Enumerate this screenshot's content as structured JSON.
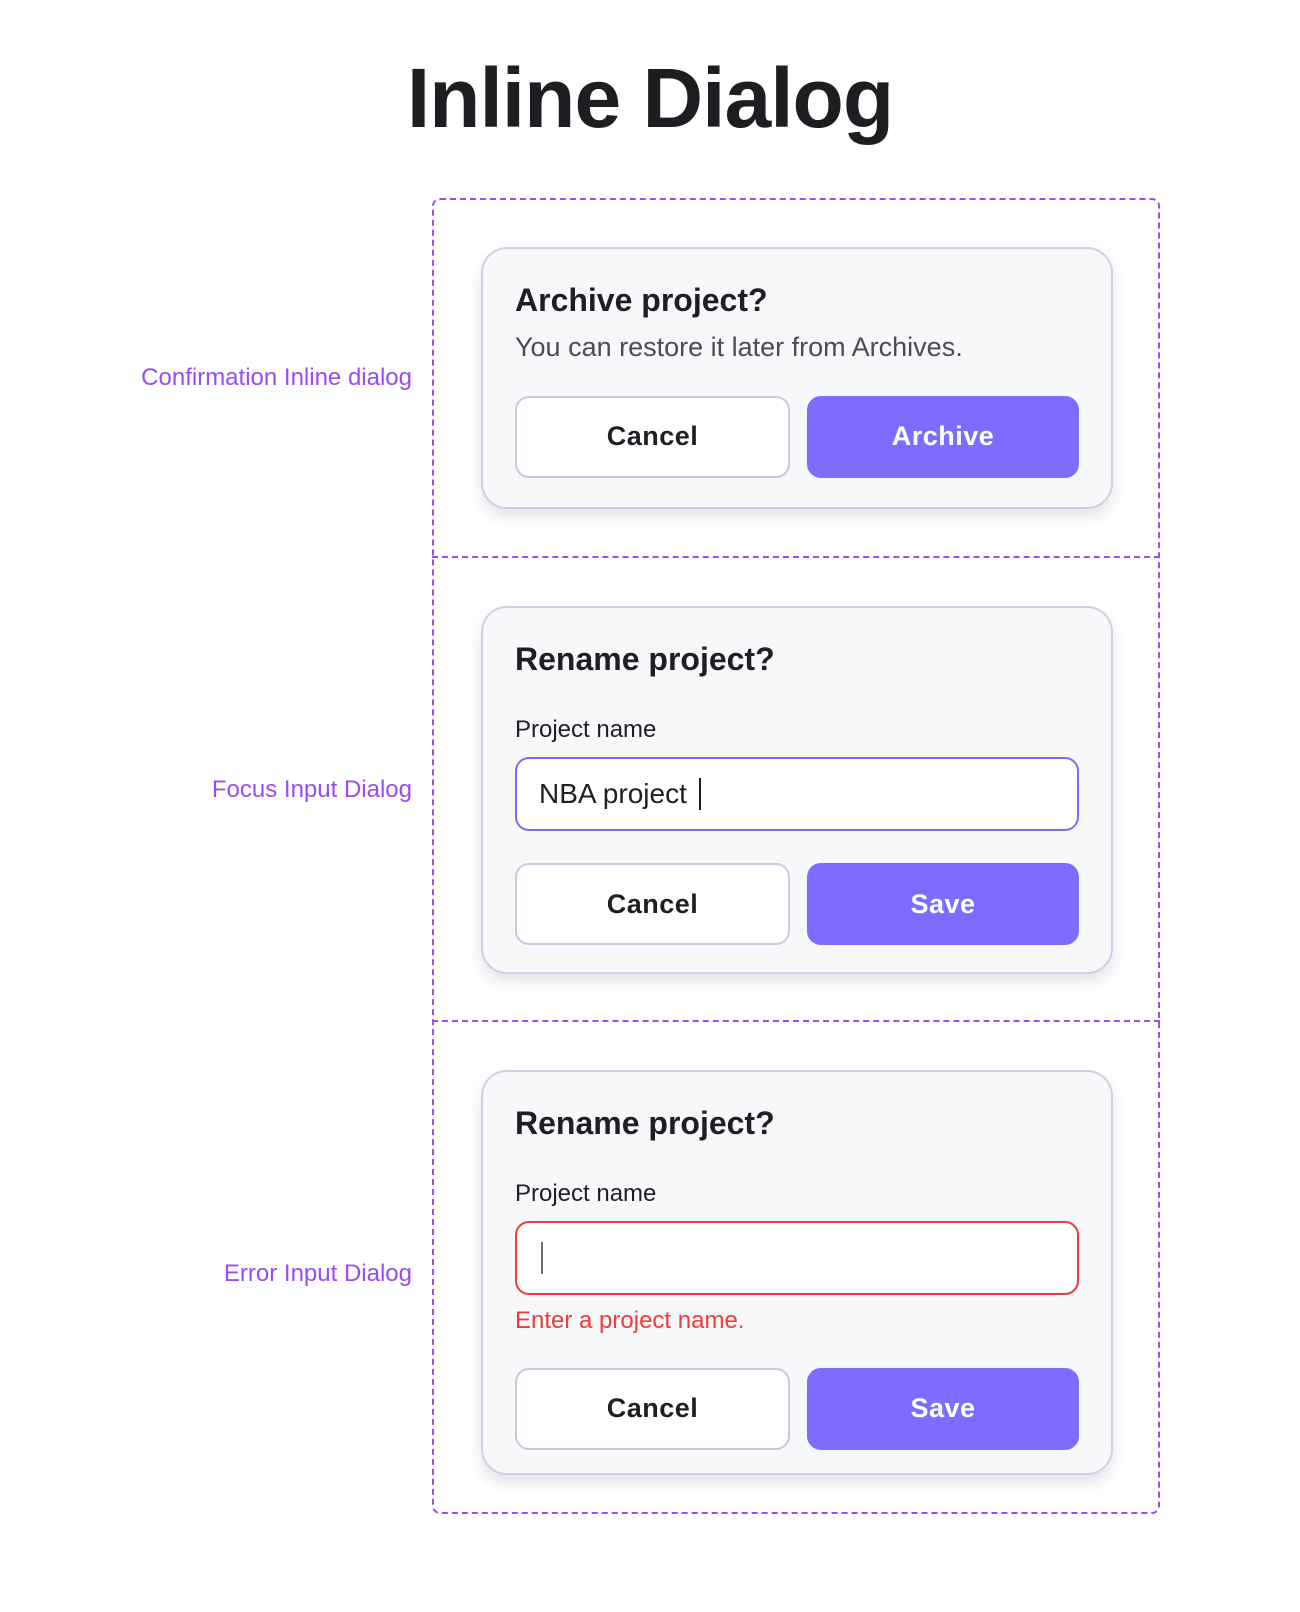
{
  "page": {
    "title": "Inline Dialog"
  },
  "variants": {
    "confirmation_label": "Confirmation Inline dialog",
    "focus_label": "Focus Input Dialog",
    "error_label": "Error Input Dialog"
  },
  "confirm_dialog": {
    "title": "Archive project?",
    "description": "You can restore it later from Archives.",
    "cancel_label": "Cancel",
    "primary_label": "Archive"
  },
  "focus_dialog": {
    "title": "Rename project?",
    "field_label": "Project name",
    "input_value": "NBA project",
    "cancel_label": "Cancel",
    "primary_label": "Save"
  },
  "error_dialog": {
    "title": "Rename project?",
    "field_label": "Project name",
    "input_value": "",
    "error_message": "Enter a project name.",
    "cancel_label": "Cancel",
    "primary_label": "Save"
  },
  "colors": {
    "accent": "#7e6cff",
    "annotation": "#9b4cf0",
    "error": "#ef3b3b",
    "focus_border": "#7b6cf6"
  }
}
